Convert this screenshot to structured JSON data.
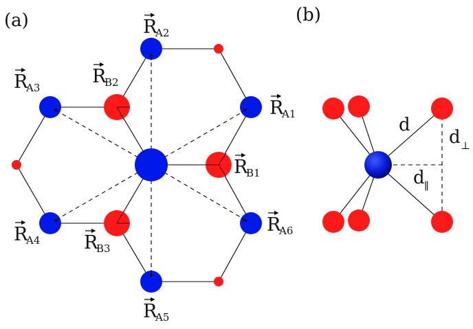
{
  "panels": [
    {
      "id": "a",
      "label": "(a)"
    },
    {
      "id": "b",
      "label": "(b)"
    }
  ],
  "colors": {
    "blue_atom": "#0018e8",
    "red_atom": "#ff1a1a",
    "bond": "#000000",
    "dashed": "#000000"
  },
  "panel_a": {
    "labels": [
      {
        "key": "A1",
        "main": "R",
        "sub": "A1"
      },
      {
        "key": "A2",
        "main": "R",
        "sub": "A2"
      },
      {
        "key": "A3",
        "main": "R",
        "sub": "A3"
      },
      {
        "key": "A4",
        "main": "R",
        "sub": "A4"
      },
      {
        "key": "A5",
        "main": "R",
        "sub": "A5"
      },
      {
        "key": "A6",
        "main": "R",
        "sub": "A6"
      },
      {
        "key": "B1",
        "main": "R",
        "sub": "B1"
      },
      {
        "key": "B2",
        "main": "R",
        "sub": "B2"
      },
      {
        "key": "B3",
        "main": "R",
        "sub": "B3"
      }
    ]
  },
  "panel_b": {
    "labels": {
      "d": "d",
      "d_perp_main": "d",
      "d_perp_sub": "⊥",
      "d_par_main": "d",
      "d_par_sub": "∥"
    }
  }
}
